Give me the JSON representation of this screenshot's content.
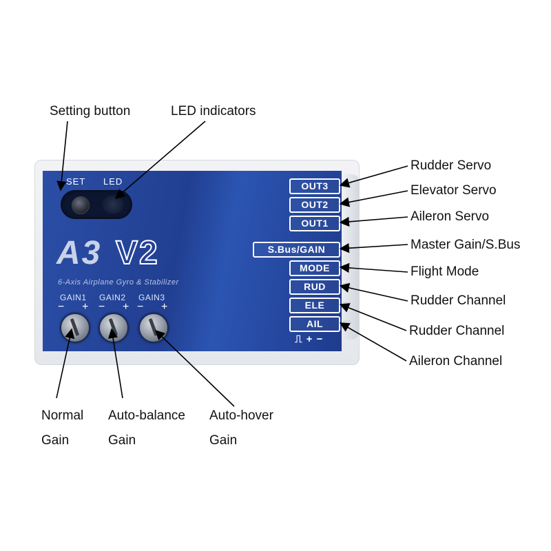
{
  "callouts": {
    "setting_button": "Setting  button",
    "led_indicators": "LED indicators",
    "rudder_servo": "Rudder Servo",
    "elevator_servo": "Elevator Servo",
    "aileron_servo": "Aileron Servo",
    "master_gain": "Master Gain/S.Bus",
    "flight_mode": "Flight Mode",
    "rudder_channel_1": "Rudder Channel",
    "rudder_channel_2": "Rudder Channel",
    "aileron_channel": "Aileron Channel",
    "normal_gain": [
      "Normal",
      "Gain"
    ],
    "auto_balance_gain": [
      "Auto-balance",
      "Gain"
    ],
    "auto_hover_gain": [
      "Auto-hover",
      "Gain"
    ]
  },
  "device": {
    "set_label": "SET",
    "led_label": "LED",
    "model_name": "A3",
    "model_version": "V2",
    "subtitle": "6-Axis Airplane Gyro & Stabilizer",
    "gains": [
      {
        "label": "GAIN1",
        "minus": "−",
        "plus": "+"
      },
      {
        "label": "GAIN2",
        "minus": "−",
        "plus": "+"
      },
      {
        "label": "GAIN3",
        "minus": "−",
        "plus": "+"
      }
    ],
    "ports": [
      "OUT3",
      "OUT2",
      "OUT1",
      "S.Bus/GAIN",
      "MODE",
      "RUD",
      "ELE",
      "AIL"
    ],
    "signal_legend": "⎍ + −"
  }
}
